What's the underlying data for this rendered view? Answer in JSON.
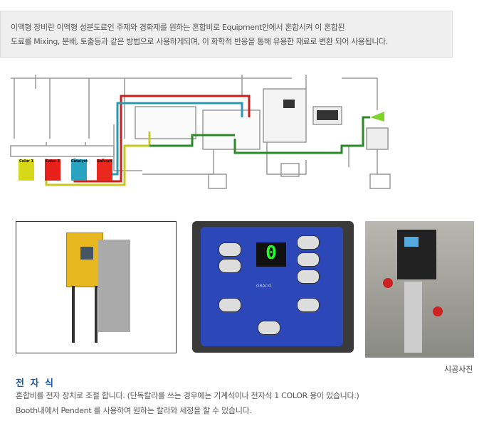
{
  "intro": {
    "line1": "이액형 장비란 이액형 성분도료인 주제와 경화제를 원하는 혼합비로 Equipment안에서 혼합시켜 이 혼합된",
    "line2": "도료를 Mixing, 분배, 토출등과 같은 방법으로 사용하게되며, 이 화학적 반응을 통해 유용한 재료로 변환 되어 사용됩니다."
  },
  "diagram": {
    "tanks": [
      {
        "label": "Color 1",
        "color": "#d8d81a"
      },
      {
        "label": "Color 2",
        "color": "#e8201c"
      },
      {
        "label": "Catalyst",
        "color": "#2aa3c0"
      },
      {
        "label": "Solvent",
        "color": "#e8281c"
      }
    ],
    "lines": {
      "yellow": "#c8c820",
      "red": "#c8201c",
      "teal": "#2a9ab0",
      "green": "#2a8a2a"
    }
  },
  "panel": {
    "display": "0",
    "brand": "GRACO"
  },
  "photo_caption": "시공사진",
  "section": {
    "title": "전 자 식",
    "line1": "혼합비를 전자 장치로 조절 합니다. (단독칼라를 쓰는 경우에는 기계식이나 전자식 1 COLOR 용이 있습니다.)",
    "line2": "Booth내에서 Pendent 를 사용하여 원하는 칼라와 세정을 할 수 있습니다."
  }
}
